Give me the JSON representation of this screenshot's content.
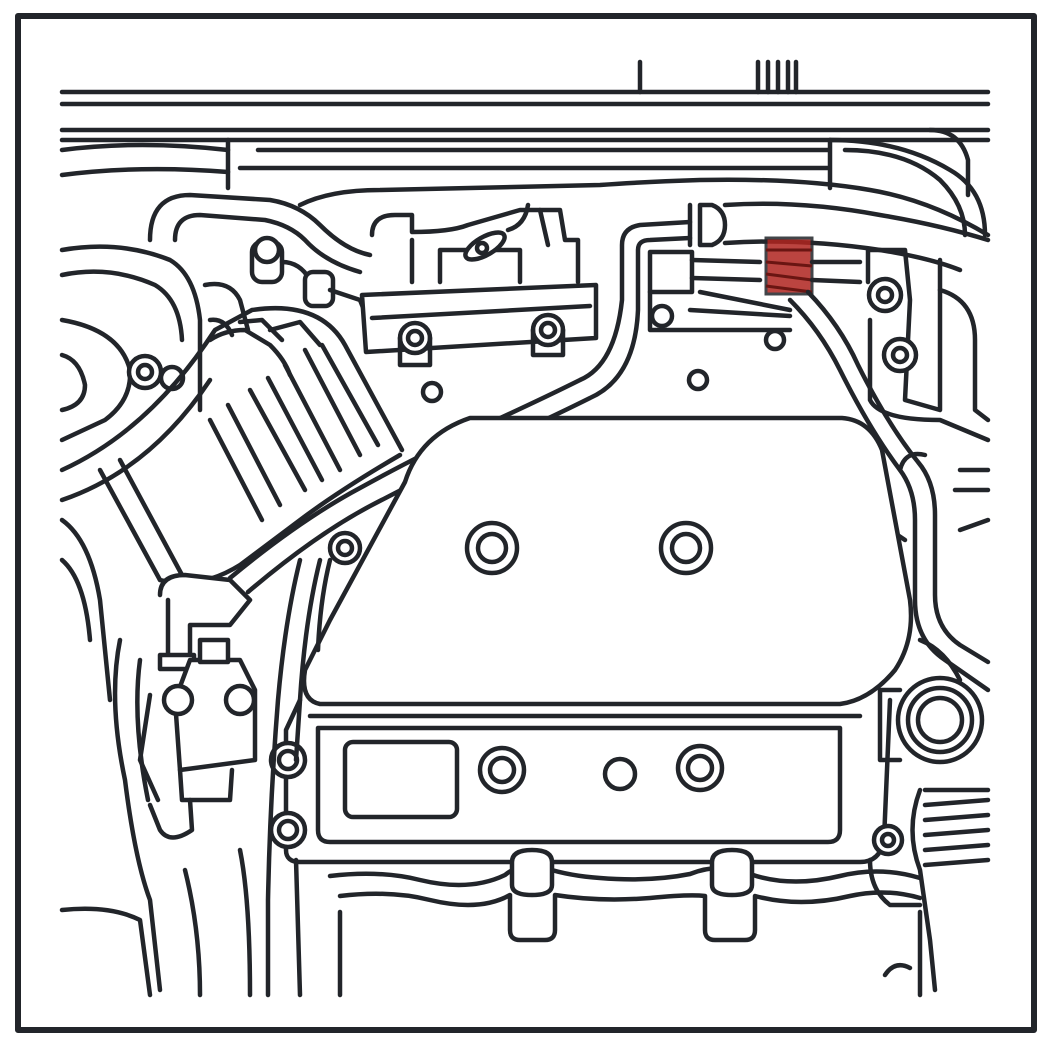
{
  "figure": {
    "kind": "engine-bay-line-drawing",
    "colors": {
      "line": "#22252a",
      "background": "#ffffff",
      "highlight": "#b0241f"
    },
    "highlight_label": "",
    "components": [
      "frame-border",
      "cowl-rails",
      "air-intake-duct",
      "throttle-body",
      "fuel-rail",
      "vacuum-hose",
      "highlighted-connector",
      "valve-cover",
      "lower-intake-manifold",
      "thermostat-housing",
      "oil-pan-bosses"
    ]
  }
}
